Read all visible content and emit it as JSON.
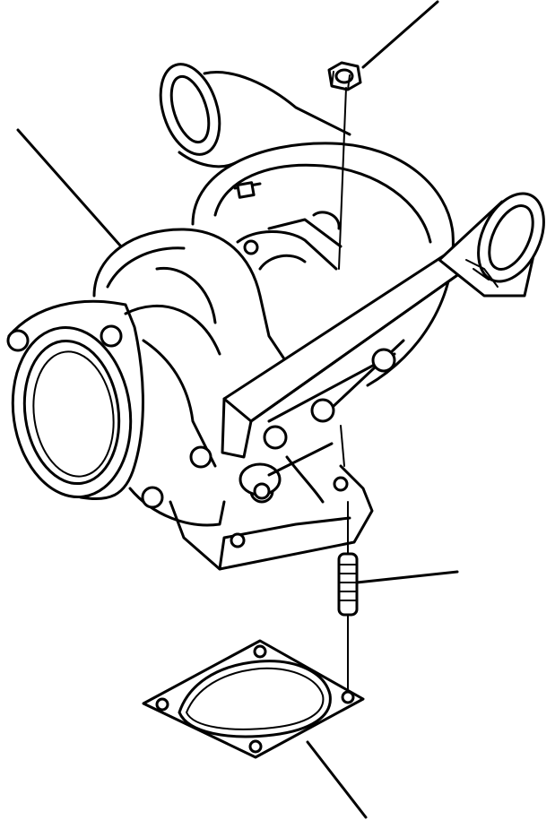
{
  "figure": {
    "kind": "exploded parts illustration",
    "line_color": "#000000",
    "background": "#ffffff",
    "parts": [
      "turbocharger",
      "nut",
      "stud",
      "gasket"
    ]
  }
}
